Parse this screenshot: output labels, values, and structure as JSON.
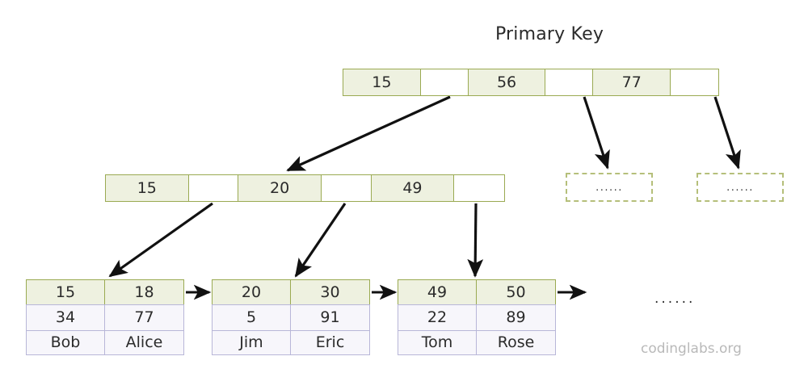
{
  "title": "Primary Key",
  "watermark": "codinglabs.org",
  "colors": {
    "index_border": "#9aaa52",
    "index_key_fill": "#eef1e0",
    "index_ptr_fill": "#ffffff",
    "data_border": "#b8b6d8",
    "data_fill": "#f7f6fb",
    "dashed_border": "#b5bf7a",
    "arrow": "#111111",
    "text": "#2b2b2b",
    "watermark": "#b9b9b9",
    "background": "#ffffff"
  },
  "root_node": {
    "name": "root-index-node",
    "cells": [
      {
        "type": "key",
        "label": "15"
      },
      {
        "type": "pointer",
        "label": ""
      },
      {
        "type": "key",
        "label": "56"
      },
      {
        "type": "pointer",
        "label": ""
      },
      {
        "type": "key",
        "label": "77"
      },
      {
        "type": "pointer",
        "label": ""
      }
    ]
  },
  "internal_node": {
    "name": "internal-index-node",
    "cells": [
      {
        "type": "key",
        "label": "15"
      },
      {
        "type": "pointer",
        "label": ""
      },
      {
        "type": "key",
        "label": "20"
      },
      {
        "type": "pointer",
        "label": ""
      },
      {
        "type": "key",
        "label": "49"
      },
      {
        "type": "pointer",
        "label": ""
      }
    ]
  },
  "dashed_nodes": [
    {
      "label": "......"
    },
    {
      "label": "......"
    }
  ],
  "leaf_nodes": [
    {
      "keys": [
        "15",
        "18"
      ],
      "values": [
        "34",
        "77"
      ],
      "names": [
        "Bob",
        "Alice"
      ]
    },
    {
      "keys": [
        "20",
        "30"
      ],
      "values": [
        "5",
        "91"
      ],
      "names": [
        "Jim",
        "Eric"
      ]
    },
    {
      "keys": [
        "49",
        "50"
      ],
      "values": [
        "22",
        "89"
      ],
      "names": [
        "Tom",
        "Rose"
      ]
    }
  ],
  "trailing_ellipsis": "......"
}
